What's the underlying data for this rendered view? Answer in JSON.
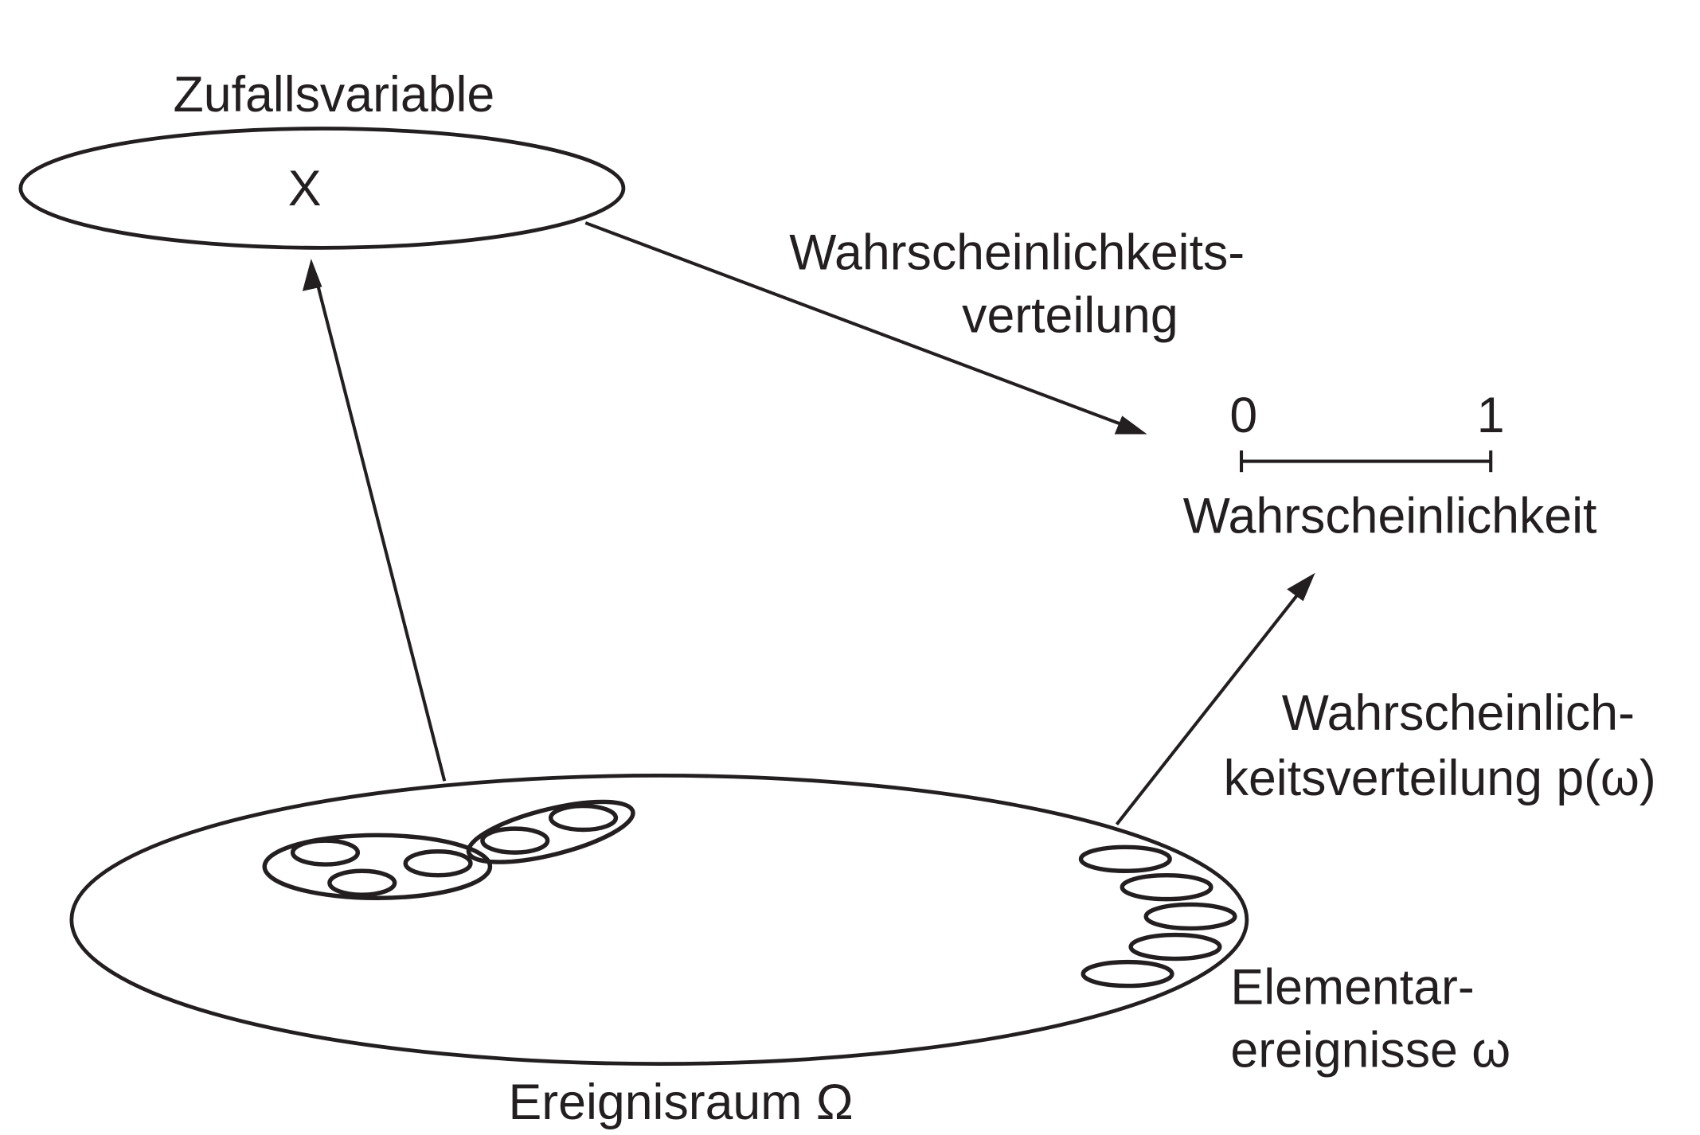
{
  "random_variable": {
    "title": "Zufallsvariable",
    "symbol": "X"
  },
  "distribution_label": {
    "line1": "Wahrscheinlichkeits-",
    "line2": "verteilung"
  },
  "probability_scale": {
    "min_label": "0",
    "max_label": "1",
    "label": "Wahrscheinlichkeit"
  },
  "elementary_distribution_label": {
    "line1": "Wahrscheinlich-",
    "line2": "keitsverteilung p(ω)"
  },
  "event_space": {
    "label": "Ereignisraum Ω"
  },
  "elementary_events": {
    "line1": "Elementar-",
    "line2": "ereignisse ω"
  },
  "colors": {
    "ink": "#231f20",
    "background": "#ffffff"
  }
}
